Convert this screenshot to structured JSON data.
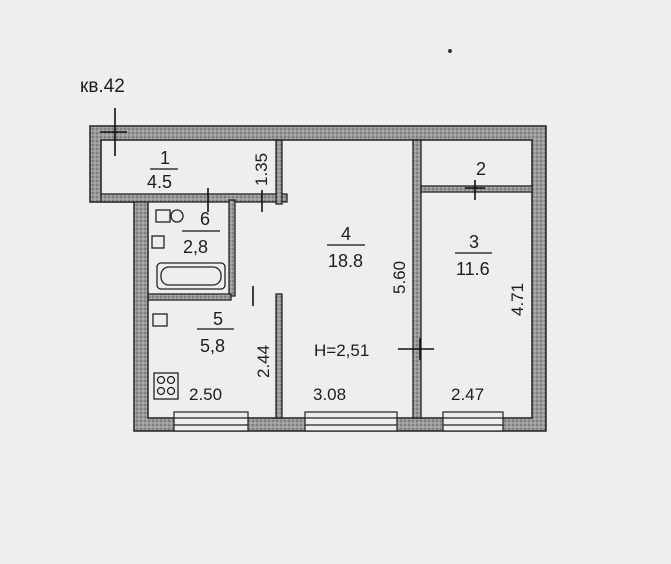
{
  "apartment_label": "кв.42",
  "rooms": [
    {
      "id": "1",
      "area": "4.5"
    },
    {
      "id": "2",
      "area": ""
    },
    {
      "id": "3",
      "area": "11.6"
    },
    {
      "id": "4",
      "area": "18.8"
    },
    {
      "id": "5",
      "area": "5,8"
    },
    {
      "id": "6",
      "area": "2,8"
    }
  ],
  "dimensions": {
    "corridor_width": "1.35",
    "room4_depth": "5.60",
    "room3_depth": "4.71",
    "kitchen_depth": "2.44",
    "kitchen_width": "2.50",
    "room4_width": "3.08",
    "room3_width": "2.47"
  },
  "ceiling_height": "H=2,51",
  "colors": {
    "paper": "#efeeec",
    "wall": "#8c8c8c",
    "ink": "#1d1d1d"
  }
}
